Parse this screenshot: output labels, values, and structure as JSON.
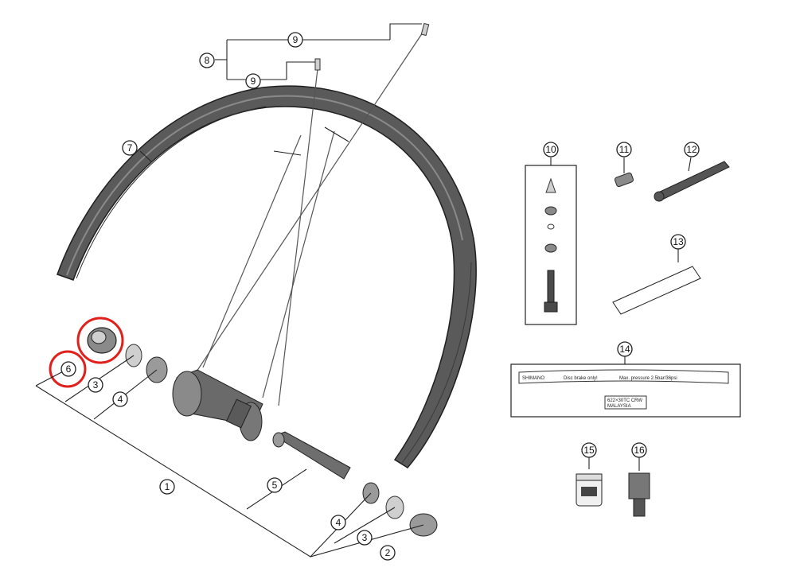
{
  "callouts": {
    "c1": "1",
    "c2": "2",
    "c3a": "3",
    "c3b": "3",
    "c4a": "4",
    "c4b": "4",
    "c5": "5",
    "c6": "6",
    "c7": "7",
    "c8": "8",
    "c9a": "9",
    "c9b": "9",
    "c10": "10",
    "c11": "11",
    "c12": "12",
    "c13": "13",
    "c14": "14",
    "c15": "15",
    "c16": "16"
  },
  "rim_label": {
    "line1": "SHIMANO",
    "line2": "Disc brake only!",
    "line3": "Max. pressure 2.5bar/36psi",
    "line4": "622×30TC CRW",
    "line5": "MALAYSIA"
  },
  "colors": {
    "highlight": "#e0201c",
    "part": "#4a4a4a"
  }
}
